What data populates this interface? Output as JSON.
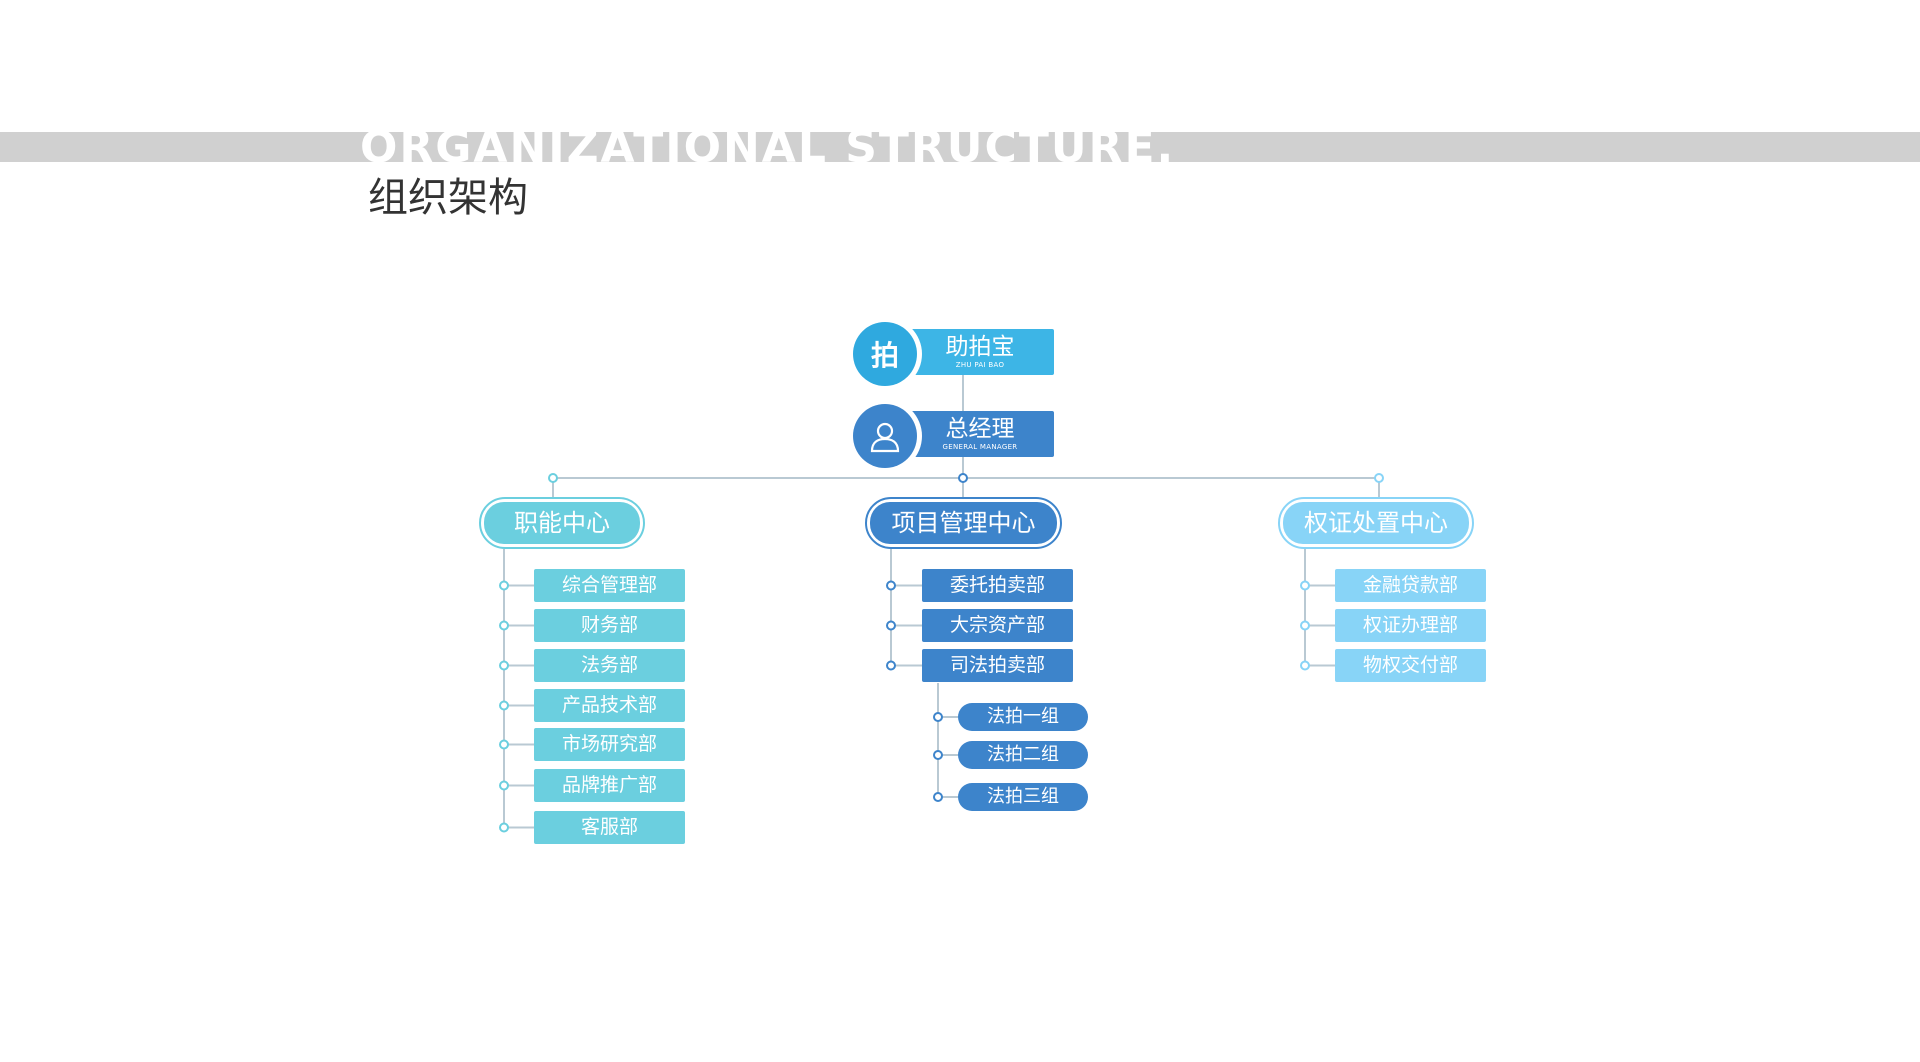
{
  "header": {
    "title_en": "ORGANIZATIONAL STRUCTURE.",
    "title_cn": "组织架构"
  },
  "root": {
    "icon_char": "拍",
    "label": "助拍宝",
    "sub": "ZHU PAI BAO"
  },
  "gm": {
    "label": "总经理",
    "sub": "GENERAL MANAGER"
  },
  "centers": {
    "functional": {
      "label": "职能中心",
      "departments": [
        "综合管理部",
        "财务部",
        "法务部",
        "产品技术部",
        "市场研究部",
        "品牌推广部",
        "客服部"
      ]
    },
    "project": {
      "label": "项目管理中心",
      "departments": [
        "委托拍卖部",
        "大宗资产部",
        "司法拍卖部"
      ],
      "groups": [
        "法拍一组",
        "法拍二组",
        "法拍三组"
      ]
    },
    "rights": {
      "label": "权证处置中心",
      "departments": [
        "金融贷款部",
        "权证办理部",
        "物权交付部"
      ]
    }
  },
  "colors": {
    "root": "#3db5e6",
    "gm": "#3d84cb",
    "functional": "#6bcfdf",
    "project": "#3d84cb",
    "rights": "#88d4f7",
    "connector": "#b9c9d3",
    "band": "#d0d0d0"
  },
  "icons": {
    "root": "pai-character-icon",
    "gm": "user-icon"
  }
}
